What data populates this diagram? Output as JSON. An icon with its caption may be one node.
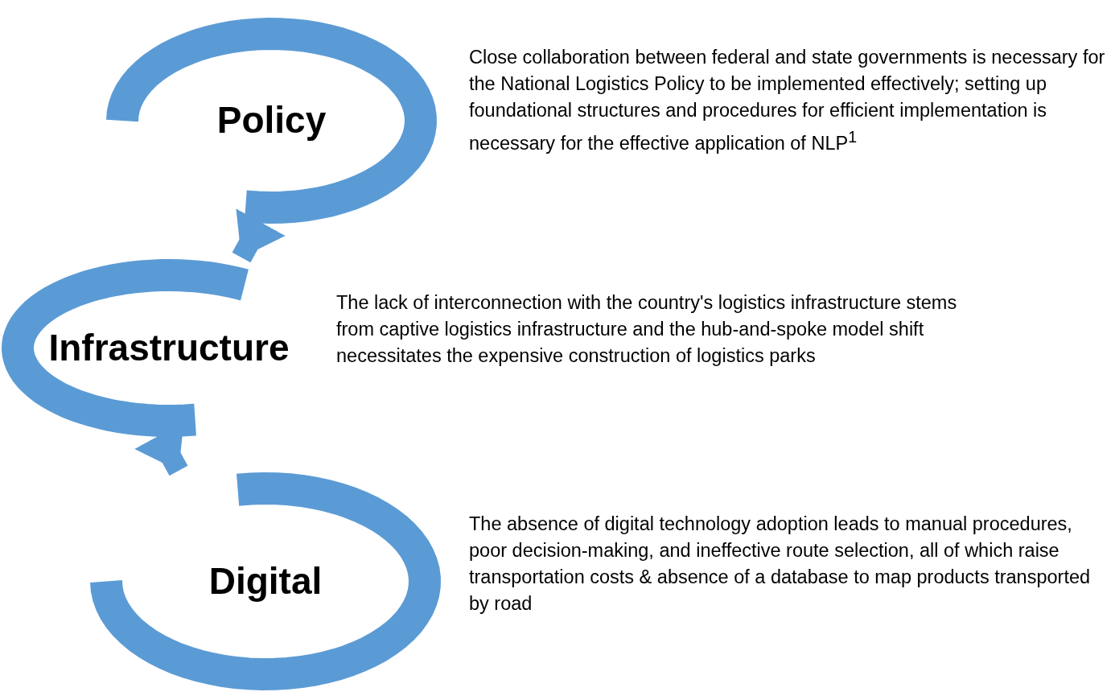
{
  "diagram": {
    "nodes": [
      {
        "text": [
          "Policy"
        ],
        "beside": [
          "Close collaboration between federal and state governments is necessary for the National Logistics Policy to be implemented effectively; setting up foundational structures and procedures for efficient implementation is necessary for the effective application of NLP$^{1}$"
        ]
      },
      {
        "text": [
          "Infrastructure"
        ],
        "beside": [
          "The lack of interconnection with the country's logistics infrastructure stems from captive logistics infrastructure and the hub-and-spoke model shift necessitates the expensive construction of logistics parks"
        ]
      },
      {
        "text": [
          "Digital"
        ],
        "beside": [
          "The absence of digital technology adoption leads to manual procedures, poor decision-making, and ineffective route selection, all of which raise transportation costs & absence of a database to map products transported by road"
        ]
      }
    ],
    "edges": [
      {
        "from": 0,
        "to": 1,
        "arrow": "to"
      },
      {
        "from": 1,
        "to": 2,
        "arrow": "to"
      }
    ]
  }
}
